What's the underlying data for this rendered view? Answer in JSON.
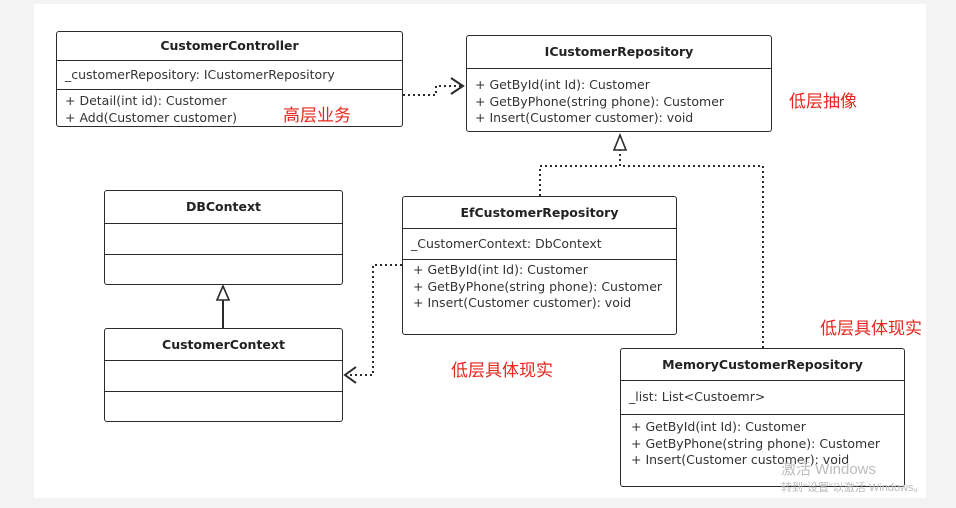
{
  "diagram": {
    "classes": {
      "customer_controller": {
        "name": "CustomerController",
        "fields": [
          "_customerRepository: ICustomerRepository"
        ],
        "methods": [
          "+ Detail(int id): Customer",
          "+ Add(Customer customer)"
        ]
      },
      "icustomer_repository": {
        "name": "ICustomerRepository",
        "fields": [],
        "methods": [
          "+ GetById(int Id): Customer",
          "+ GetByPhone(string phone): Customer",
          "+ Insert(Customer customer): void"
        ]
      },
      "dbcontext": {
        "name": "DBContext",
        "fields": [],
        "methods": []
      },
      "ef_customer_repository": {
        "name": "EfCustomerRepository",
        "fields": [
          "_CustomerContext: DbContext"
        ],
        "methods": [
          "+ GetById(int Id): Customer",
          "+ GetByPhone(string phone): Customer",
          "+ Insert(Customer customer): void"
        ]
      },
      "customer_context": {
        "name": "CustomerContext",
        "fields": [],
        "methods": []
      },
      "memory_customer_repository": {
        "name": "MemoryCustomerRepository",
        "fields": [
          "_list: List<Custoemr>"
        ],
        "methods": [
          "+ GetById(int Id): Customer",
          "+ GetByPhone(string phone): Customer",
          "+ Insert(Customer customer): void"
        ]
      }
    },
    "notes": {
      "high_level": "高层业务",
      "low_abstraction": "低层抽像",
      "low_impl_1": "低层具体现实",
      "low_impl_2": "低层具体现实"
    },
    "colors": {
      "note": "#e8261d",
      "line": "#2b2b2b"
    }
  },
  "watermark": {
    "line1": "激活 Windows",
    "line2": "转到\"设置\"以激活 Windows。"
  }
}
